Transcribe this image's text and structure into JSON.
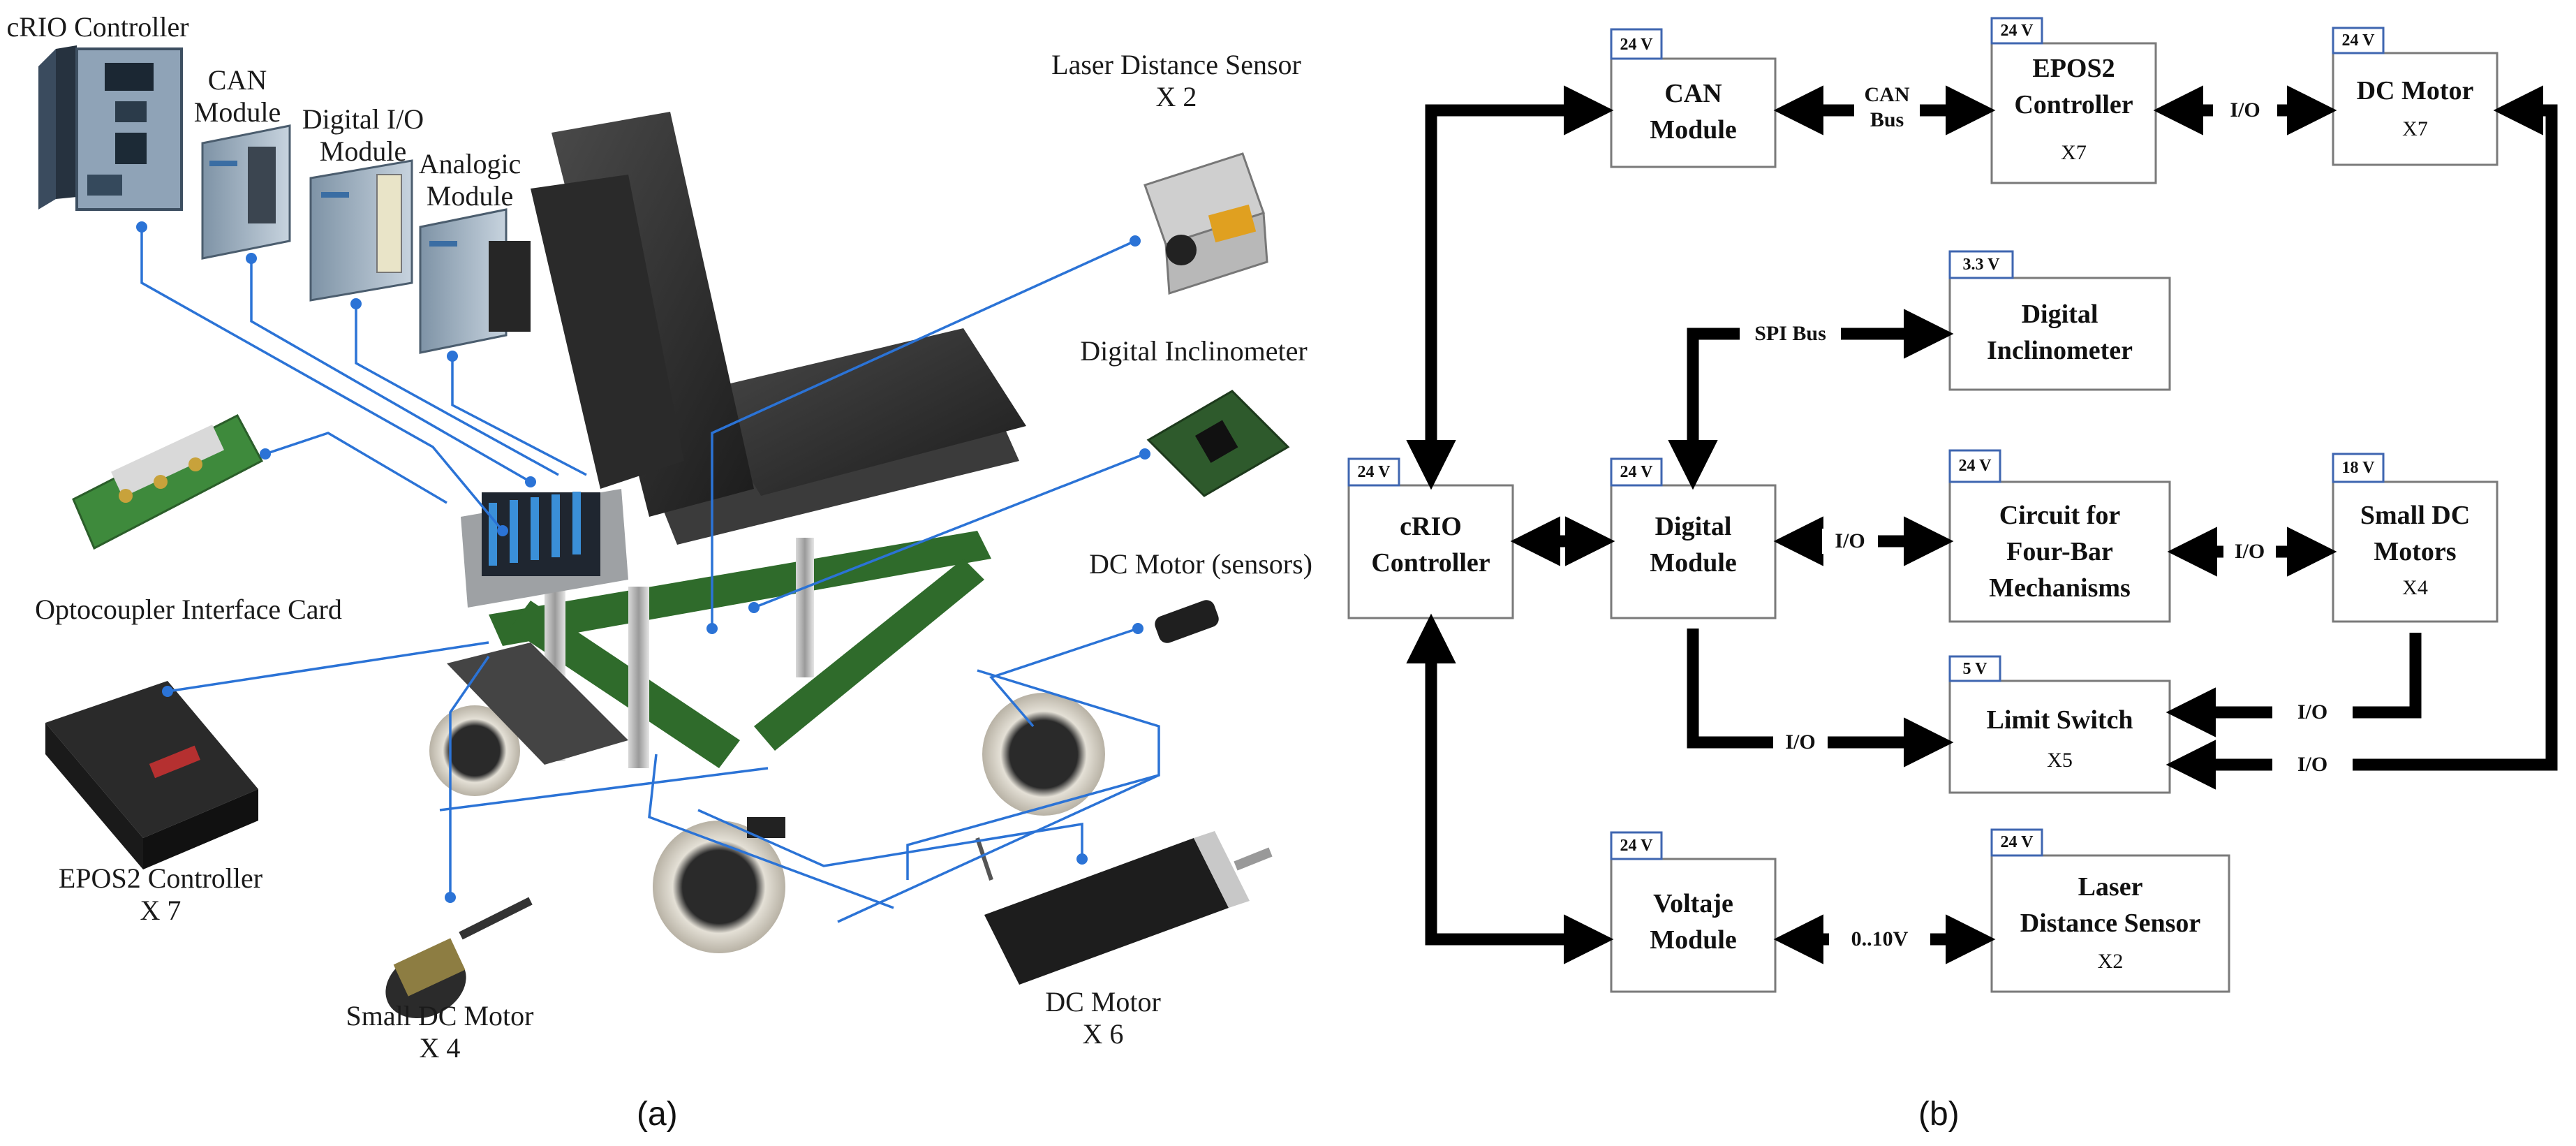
{
  "panel_a": {
    "caption": "(a)",
    "labels": {
      "crio": "cRIO Controller",
      "can": "CAN\nModule",
      "dio": "Digital I/O\nModule",
      "analog": "Analogic\nModule",
      "laser": "Laser Distance Sensor\nX 2",
      "incl": "Digital Inclinometer",
      "dcsensors": "DC Motor (sensors)",
      "opto": "Optocoupler Interface Card",
      "epos": "EPOS2 Controller\nX 7",
      "small": "Small DC Motor\nX 4",
      "dc": "DC Motor\nX 6"
    }
  },
  "panel_b": {
    "caption": "(b)",
    "blocks": {
      "can": {
        "voltage": "24 V",
        "title": "CAN\nModule",
        "sub": ""
      },
      "epos": {
        "voltage": "24 V",
        "title": "EPOS2\nController",
        "sub": "X7"
      },
      "dcmotor": {
        "voltage": "24 V",
        "title": "DC Motor",
        "sub": "X7"
      },
      "incl": {
        "voltage": "3.3 V",
        "title": "Digital\nInclinometer",
        "sub": ""
      },
      "crio": {
        "voltage": "24 V",
        "title": "cRIO\nController",
        "sub": ""
      },
      "digital": {
        "voltage": "24 V",
        "title": "Digital\nModule",
        "sub": ""
      },
      "circuit": {
        "voltage": "24 V",
        "title": "Circuit for\nFour-Bar\nMechanisms",
        "sub": ""
      },
      "small": {
        "voltage": "18 V",
        "title": "Small DC\nMotors",
        "sub": "X4"
      },
      "limit": {
        "voltage": "5 V",
        "title": "Limit Switch",
        "sub": "X5"
      },
      "voltaje": {
        "voltage": "24 V",
        "title": "Voltaje\nModule",
        "sub": ""
      },
      "laser": {
        "voltage": "24 V",
        "title": "Laser\nDistance Sensor",
        "sub": "X2"
      }
    },
    "links": {
      "can_bus": "CAN\nBus",
      "io_epos_motor": "I/O",
      "spi": "SPI Bus",
      "io_dig_circ": "I/O",
      "io_circ_small": "I/O",
      "io_small_limit": "I/O",
      "io_motor_limit": "I/O",
      "io_dig_limit": "I/O",
      "analog": "0..10V"
    }
  }
}
